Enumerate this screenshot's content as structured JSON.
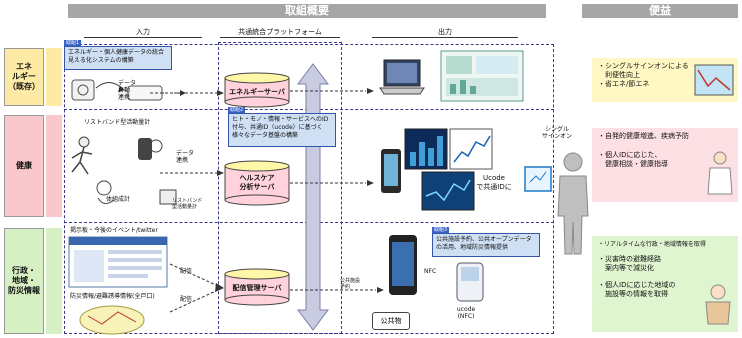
{
  "header": {
    "overview": "取組概要",
    "benefits": "便益"
  },
  "columns": {
    "input": "入力",
    "platform": "共通統合プラットフォーム",
    "output": "出力"
  },
  "rows": {
    "energy": "エネ\nルギー\n（既存）",
    "health": "健康",
    "admin": "行政・\n地域・\n防災情報"
  },
  "callouts": [
    {
      "tag": "取組1",
      "text": "エネルギー・個人健康データの統合見える化システムの構築"
    },
    {
      "tag": "取組2",
      "text": "ヒト・モノ・情報・サービスへのID付与、共通ID（ucode）に基づく様々なデータ基盤の構築"
    },
    {
      "tag": "取組3",
      "text": "公共施設予約、公共オープンデータの活用、地域防災情報提供"
    }
  ],
  "servers": {
    "energy": "エネルギーサーバ",
    "health": "ヘルスケア\n分析サーバ",
    "delivery": "配信管理サーバ"
  },
  "labels": {
    "data_auto": "データ\n自動\n連携",
    "wristband": "リストバンド型活動量計",
    "data_link": "データ\n連携",
    "body_scale": "体組成計",
    "wristband_small": "リストバンド\n型活動量計",
    "event_twitter": "掲示板・今後のイベント/twitter",
    "delivery": "配信",
    "disaster": "防災情報/避難誘導情報(全戸口)",
    "ucode_id": "Ucode\nで共通IDに",
    "single_signon": "シングル\nサインオン",
    "nfc": "NFC",
    "facility_reservation": "公共施設\n予約",
    "ucode_nfc": "ucode\n(NFC)",
    "public_facility": "公共物"
  },
  "benefits": {
    "energy": [
      "・シングルサインオンによる",
      "　利便性向上",
      "・省エネ/節エネ"
    ],
    "health": [
      "・自発的健康増進、疾病予防",
      "・個人IDに応じた、",
      "　健康相談・健康指導"
    ],
    "admin": [
      "・リアルタイムな行政・地域情報を取得",
      "・災害時の避難経路",
      "　案内等で減災化",
      "・個人IDに応じた地域の",
      "　施設等の情報を取得"
    ]
  },
  "colors": {
    "header": "#a6a6a6",
    "energy_row": "#fdeaa5",
    "health_row": "#f8c8cc",
    "admin_row": "#d6f0c4",
    "callout": "#cfe0f5",
    "server_top": "#fff6a8",
    "server_body": "#ffd2dc"
  }
}
